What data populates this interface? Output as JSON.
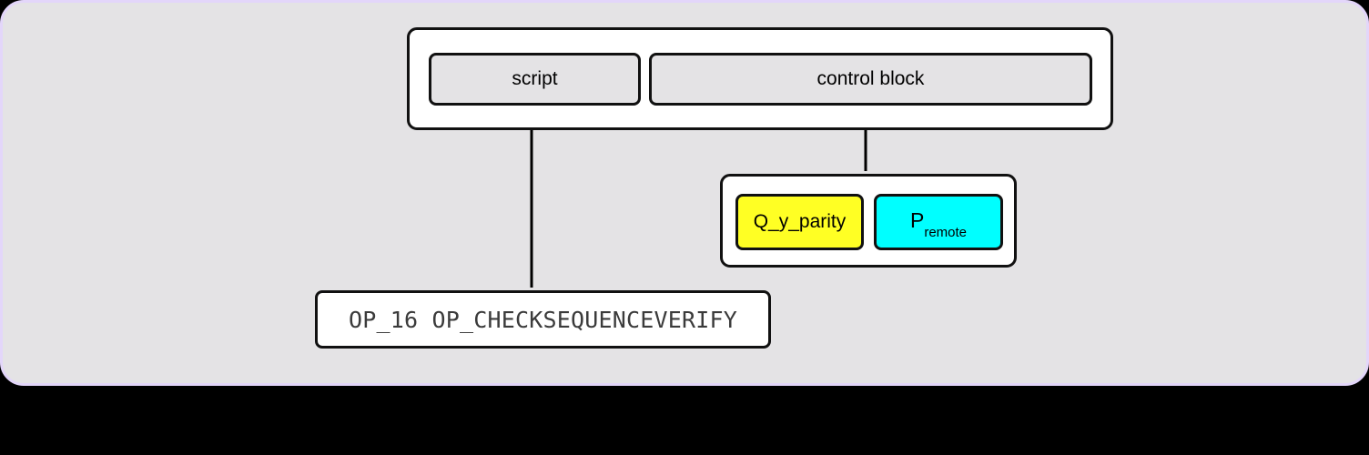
{
  "canvas": {
    "background_color": "#e4e3e5",
    "border_color": "#e3d6fa",
    "page_background": "#000000"
  },
  "diagram": {
    "type": "block-diagram",
    "title": "",
    "nodes": [
      {
        "id": "tx-output",
        "label": "",
        "role": "container",
        "fill": "#ffffff",
        "children": [
          "script",
          "control-block"
        ]
      },
      {
        "id": "script",
        "label": "script",
        "fill": "#e4e3e5"
      },
      {
        "id": "control-block",
        "label": "control block",
        "fill": "#e4e3e5"
      },
      {
        "id": "control-internals",
        "label": "",
        "role": "container",
        "fill": "#ffffff",
        "children": [
          "q-y-parity",
          "p-remote"
        ]
      },
      {
        "id": "q-y-parity",
        "label": "Q_y_parity",
        "fill": "#ffff24"
      },
      {
        "id": "p-remote",
        "label_base": "P",
        "label_sub": "remote",
        "fill": "#00ffff"
      },
      {
        "id": "script-contents",
        "label": "OP_16 OP_CHECKSEQUENCEVERIFY",
        "fill": "#ffffff",
        "text_color": "#3b3b3b"
      }
    ],
    "edges": [
      {
        "id": "script-contents-to-script",
        "from": "script-contents",
        "to": "script",
        "style": "solid",
        "arrowhead": "end",
        "color": "#000000"
      },
      {
        "id": "control-internals-to-control-block",
        "from": "control-internals",
        "to": "control-block",
        "style": "solid",
        "arrowhead": "end",
        "color": "#000000"
      }
    ]
  }
}
